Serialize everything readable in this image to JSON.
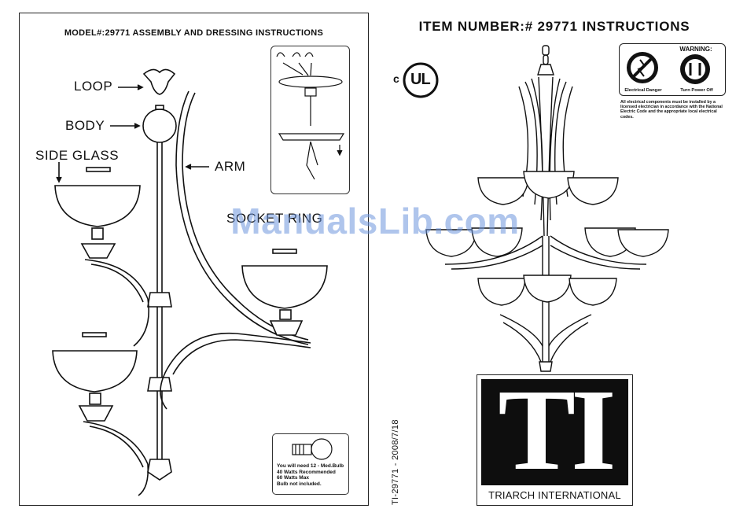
{
  "left": {
    "title": "MODEL#:29771 ASSEMBLY AND DRESSING INSTRUCTIONS",
    "labels": {
      "loop": "LOOP",
      "body": "BODY",
      "side_glass": "SIDE GLASS",
      "arm": "ARM",
      "socket_ring": "SOCKET RING"
    },
    "bulb_note": [
      "You will need 12 - Med.Bulb",
      "40 Watts Recommended",
      "60 Watts Max",
      "Bulb not included."
    ]
  },
  "right": {
    "title": "ITEM NUMBER:# 29771 INSTRUCTIONS",
    "ul_prefix": "c",
    "ul_text": "UL",
    "warning": {
      "title": "WARNING:",
      "caption_left": "Electrical Danger",
      "caption_right": "Turn Power Off",
      "note": "All electrical components must be installed by a licensed electrician in accordance with the National Electric Code and the appropriate local electrical codes."
    },
    "doc_code": "TI-29771 - 2008/7/18",
    "logo": {
      "letters": "TI",
      "name": "TRIARCH INTERNATIONAL"
    }
  },
  "watermark": "ManualsLib.com"
}
